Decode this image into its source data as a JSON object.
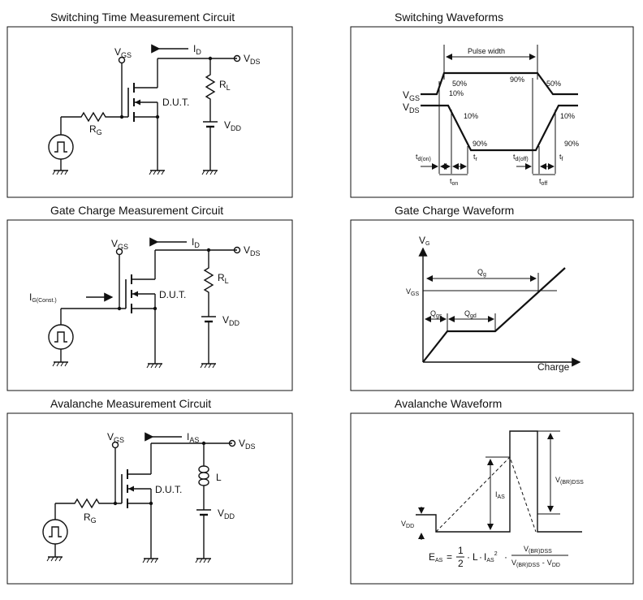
{
  "titles": {
    "switching_circuit": "Switching Time Measurement Circuit",
    "switching_waveforms": "Switching Waveforms",
    "gate_circuit": "Gate Charge Measurement Circuit",
    "gate_waveform": "Gate Charge Waveform",
    "avalanche_circuit": "Avalanche Measurement Circuit",
    "avalanche_waveform": "Avalanche Waveform"
  },
  "circuit": {
    "v_main": "V",
    "gs_sub": "GS",
    "ds_sub": "DS",
    "dd_sub": "DD",
    "i_main": "I",
    "d_sub": "D",
    "as_sub": "AS",
    "r_main": "R",
    "l_sub": "L",
    "g_sub": "G",
    "dut": "D.U.T.",
    "ig_sub": "G(Const.)",
    "inductor": "L"
  },
  "switching": {
    "pulse_width": "Pulse width",
    "p50": "50%",
    "p10": "10%",
    "p90": "90%",
    "t": "t",
    "don_sub": "d(on)",
    "r_sub": "r",
    "doff_sub": "d(off)",
    "f_sub": "f",
    "on_sub": "on",
    "off_sub": "off"
  },
  "gate": {
    "v": "V",
    "g_sub": "G",
    "gs_sub": "GS",
    "q": "Q",
    "qg_sub": "g",
    "qgs_sub": "gs",
    "qgd_sub": "gd",
    "charge": "Charge"
  },
  "avalanche": {
    "v": "V",
    "i": "I",
    "dd_sub": "DD",
    "as_sub": "AS",
    "brdss_sub": "(BR)DSS",
    "e": "E",
    "eq": "=",
    "one": "1",
    "two": "2",
    "dot1": "·",
    "l": "L",
    "dot2": "·",
    "sq": "2",
    "minus": "-"
  }
}
